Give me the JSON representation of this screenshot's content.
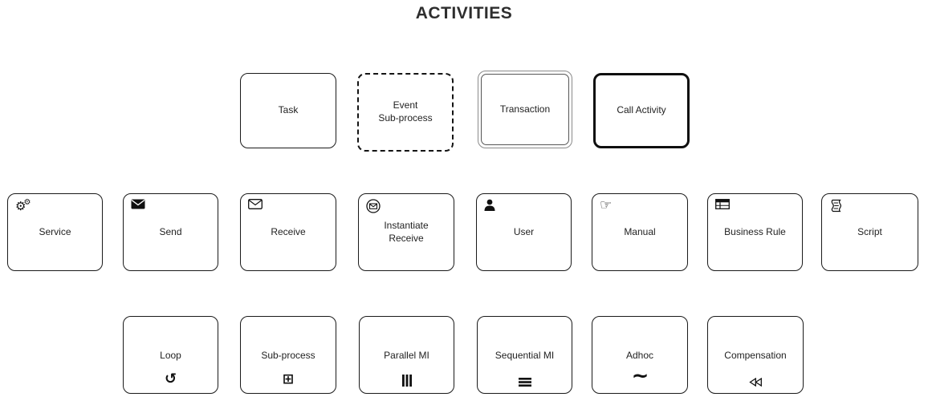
{
  "title": "ACTIVITIES",
  "nodes": {
    "task": {
      "label": "Task"
    },
    "event_subprocess": {
      "label": "Event\nSub-process"
    },
    "transaction": {
      "label": "Transaction"
    },
    "call_activity": {
      "label": "Call Activity"
    },
    "service": {
      "label": "Service",
      "icon": "gears-icon",
      "icon_glyph": "⚙"
    },
    "send": {
      "label": "Send",
      "icon": "filled-envelope-icon"
    },
    "receive": {
      "label": "Receive",
      "icon": "outline-envelope-icon"
    },
    "instantiate_receive": {
      "label": "Instantiate\nReceive",
      "icon": "circled-envelope-icon"
    },
    "user": {
      "label": "User",
      "icon": "user-icon"
    },
    "manual": {
      "label": "Manual",
      "icon": "hand-icon",
      "icon_glyph": "☞"
    },
    "business_rule": {
      "label": "Business Rule",
      "icon": "table-icon"
    },
    "script": {
      "label": "Script",
      "icon": "scroll-icon"
    },
    "loop": {
      "label": "Loop",
      "icon": "loop-arrow-icon",
      "icon_glyph": "↺"
    },
    "subprocess": {
      "label": "Sub-process",
      "icon": "boxed-plus-icon",
      "icon_glyph": "⊞"
    },
    "parallel_mi": {
      "label": "Parallel MI",
      "icon": "parallel-bars-icon"
    },
    "sequential_mi": {
      "label": "Sequential MI",
      "icon": "sequential-bars-icon"
    },
    "adhoc": {
      "label": "Adhoc",
      "icon": "tilde-icon",
      "icon_glyph": "~"
    },
    "compensation": {
      "label": "Compensation",
      "icon": "rewind-icon"
    }
  },
  "colors": {
    "border": "#1a1a1a",
    "text": "#222222",
    "title": "#2e2e2e"
  }
}
